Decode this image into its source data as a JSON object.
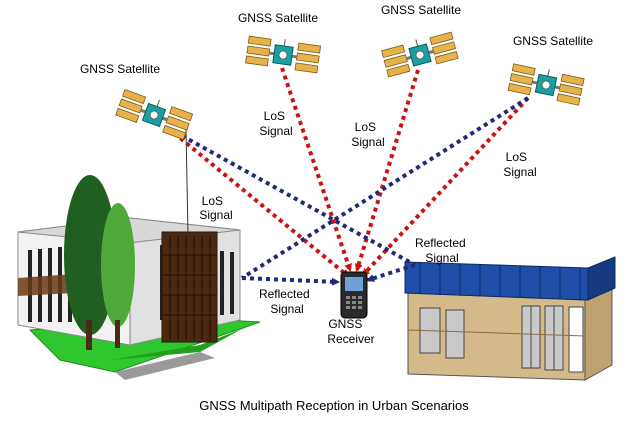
{
  "diagram": {
    "satellites": [
      {
        "label": "GNSS Satellite"
      },
      {
        "label": "GNSS Satellite"
      },
      {
        "label": "GNSS Satellite"
      },
      {
        "label": "GNSS Satellite"
      }
    ],
    "signals": {
      "los_1": [
        "LoS",
        "Signal"
      ],
      "los_2": [
        "LoS",
        "Signal"
      ],
      "los_3": [
        "LoS",
        "Signal"
      ],
      "los_4": [
        "LoS",
        "Signal"
      ],
      "reflected_left": [
        "Reflected",
        "Signal"
      ],
      "reflected_right": [
        "Reflected",
        "Signal"
      ]
    },
    "receiver": [
      "GNSS",
      "Receiver"
    ],
    "caption": "GNSS Multipath Reception in Urban Scenarios"
  },
  "colors": {
    "los_signal": "#cc1111",
    "reflected_signal": "#202a78",
    "solar_panel": "#e8b24a",
    "satellite_body": "#1aa0a0",
    "left_building": "#f2f2f2",
    "right_building": "#d4b98a",
    "right_roof": "#1f4ea8",
    "grass": "#2ec82e",
    "tree_dark": "#1f5f1f"
  },
  "icons": {
    "satellite": "satellite-icon",
    "receiver": "phone-icon"
  }
}
